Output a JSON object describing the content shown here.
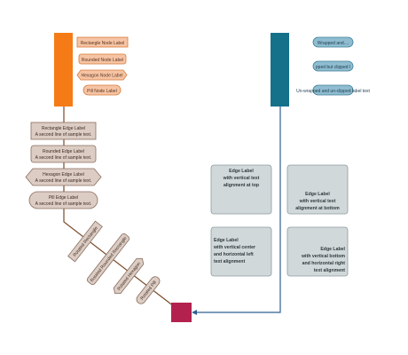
{
  "node_labels": {
    "rectangle": "Rectangle Node Label",
    "rounded": "Rounded Node Label",
    "hexagon": "Hexagon Node Label",
    "pill": "Pill Node Label"
  },
  "right_node_labels": {
    "wrapped": "Wrapped and....",
    "clipped": "pped but clipped l",
    "unwrapped": "Un-wrapped and un-clipped label text"
  },
  "edge_labels": {
    "rectangle": {
      "line1": "Rectangle Edge Label",
      "line2": "A second line of sample text."
    },
    "rounded": {
      "line1": "Rounded Edge Label",
      "line2": "A second line of sample text."
    },
    "hexagon": {
      "line1": "Hexagon Edge Label",
      "line2": "A second line of sample text."
    },
    "pill": {
      "line1": "Pill Edge Label",
      "line2": "A second line of sample text."
    }
  },
  "rotated_labels": {
    "rectangle": "Rotated Rectangle",
    "rounded": "Rotated Rounded Rectangle",
    "hexagon": "Rotated Hexagon",
    "pill": "Rotated Pill"
  },
  "alignment_boxes": {
    "top": [
      "Edge Label",
      "with vertical text",
      "alignment at top"
    ],
    "bottom": [
      "Edge Label",
      "with vertical text",
      "alignment at bottom"
    ],
    "center_left": [
      "Edge Label",
      "with vertical center",
      "and horizontal left",
      "text alignment"
    ],
    "bottom_right": [
      "Edge Label",
      "with vertical bottom",
      "and horizontal right",
      "text alignment"
    ]
  },
  "colors": {
    "orange_node": "#f47b16",
    "orange_label_fill": "#f6c4a4",
    "orange_label_stroke": "#d97a3a",
    "teal_node": "#15718a",
    "teal_label_fill": "#8fbcd0",
    "teal_label_stroke": "#3f7f98",
    "edge_label_fill": "#dccdc4",
    "edge_label_stroke": "#8a6e5f",
    "edge_brown": "#7a4a2a",
    "edge_blue": "#2f5f92",
    "alignment_fill": "#d1d8da",
    "alignment_stroke": "#8c9aa0",
    "target_node": "#b3224e"
  }
}
